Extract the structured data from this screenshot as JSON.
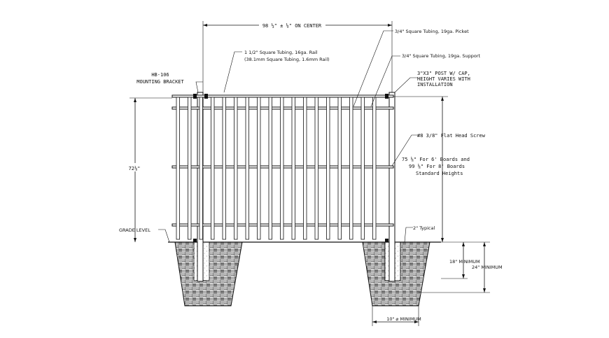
{
  "labels": {
    "on_center": "98 ½\" ± ⅛\" ON CENTER",
    "picket": "3/4\" Square Tubing, 19ga. Picket",
    "support": "3/4\" Square Tubing, 19ga. Support",
    "rail_line1": "1 1/2\" Square Tubing, 16ga. Rail",
    "rail_line2": "(38.1mm Square Tubing, 1.6mm Rail)",
    "bracket_line1": "HB-106",
    "bracket_line2": "MOUNTING BRACKET",
    "post_line1": "3\"X3\" POST W/ CAP,",
    "post_line2": "HEIGHT VARIES WITH",
    "post_line3": "INSTALLATION",
    "screw": "#8 3/8\" Flat Head Screw",
    "height": "72⅛\"",
    "boards_line1": "75 ⅛\" For 6' Boards and",
    "boards_line2": "99 ⅛\" For 8' Boards",
    "boards_line3": "Standard Heights",
    "grade": "GRADE LEVEL",
    "typical": "2\" Typical",
    "min18": "18\" MINIMUM",
    "min24": "24\" MINIMUM",
    "diam": "10\" ⌀ MINIMUM"
  },
  "colors": {
    "line": "#111111",
    "concrete": "#9a9a9a"
  }
}
